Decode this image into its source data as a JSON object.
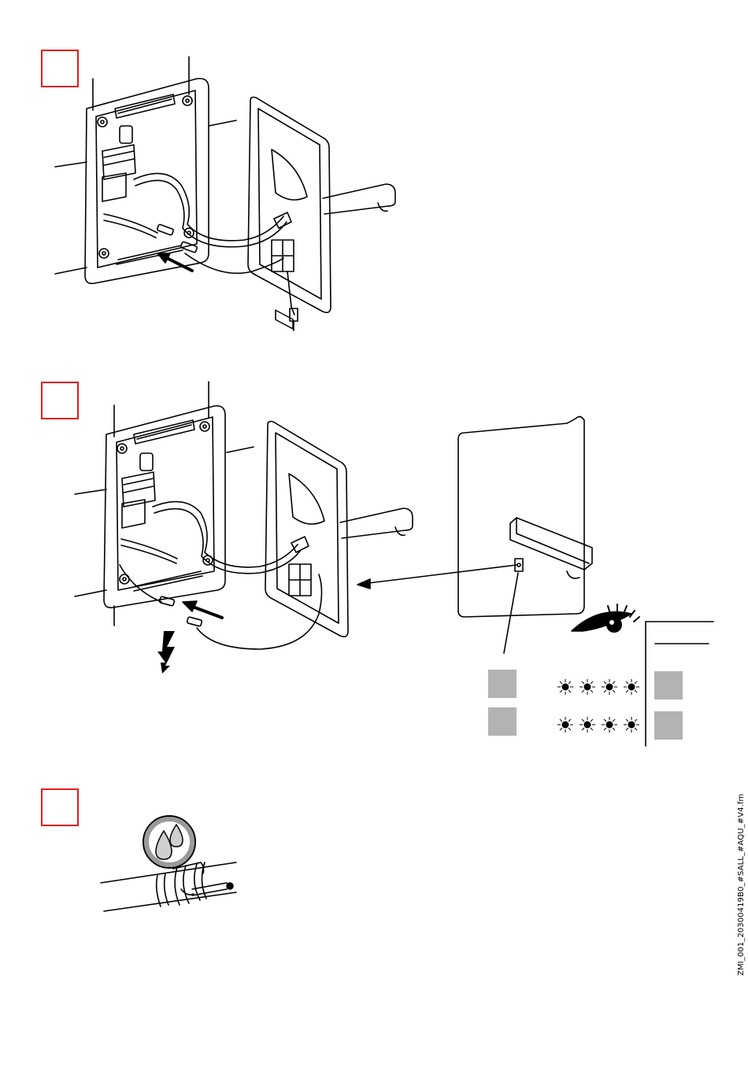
{
  "steps": [
    {
      "id": "step-1"
    },
    {
      "id": "step-2"
    },
    {
      "id": "step-3"
    }
  ],
  "colors": {
    "step_frame": "#e11d1d",
    "line": "#000000",
    "indicator_box": "#b3b3b3"
  },
  "icons": [
    "wall-box-icon",
    "arrow-icon",
    "lightning-bolt-icon",
    "eye-icon",
    "blinking-led-icon",
    "water-drops-icon",
    "shutoff-valve-icon"
  ],
  "footer": {
    "document_code": "ZMI_001_20300419B0_#SALL_#AQU_#V4.fm"
  }
}
